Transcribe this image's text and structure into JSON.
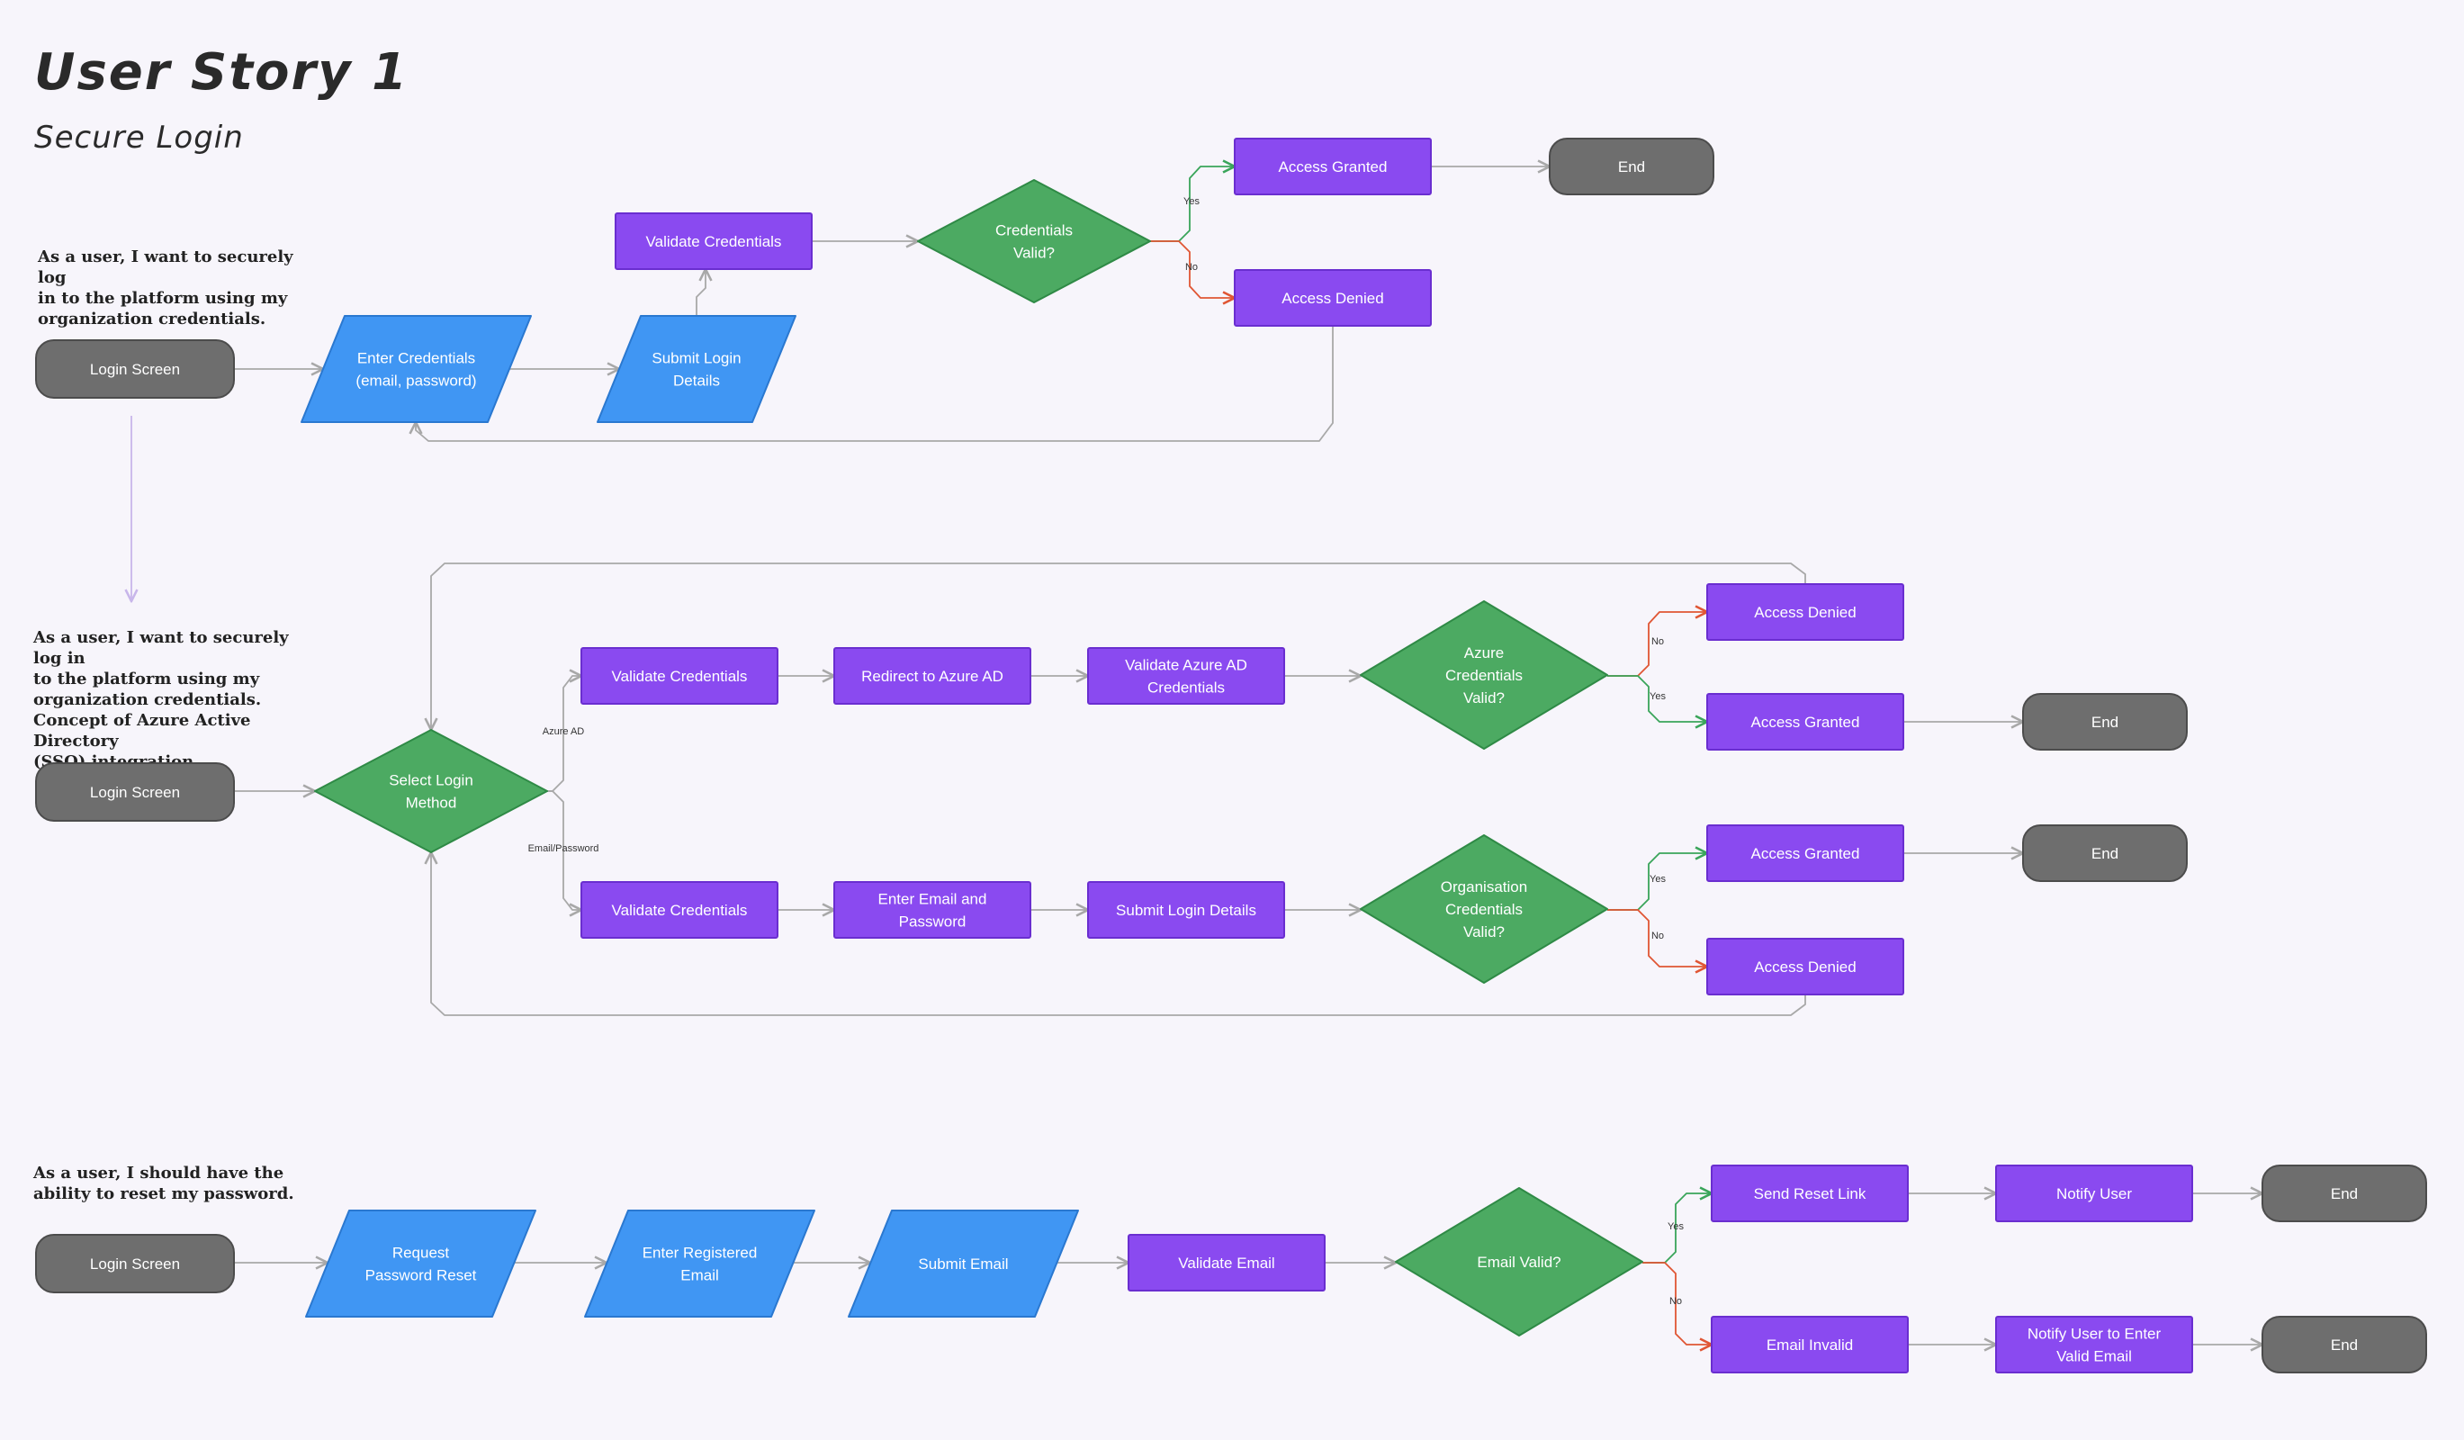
{
  "header": {
    "title": "User Story 1",
    "subtitle": "Secure Login"
  },
  "stories": [
    {
      "id": "story-1",
      "text": "As a user, I want to securely log\nin to the platform using my\norganization credentials."
    },
    {
      "id": "story-2",
      "text": "As a user, I want to securely log in\nto the platform using my\norganization credentials.\nConcept of Azure Active Directory\n(SSO) integration."
    },
    {
      "id": "story-3",
      "text": "As a user, I should have the\nability to reset my password."
    }
  ],
  "colors": {
    "terminal": "#6e6e6e",
    "terminal_stroke": "#4c4c4c",
    "io": "#4096f3",
    "io_stroke": "#2a78d0",
    "process": "#8a4af0",
    "process_stroke": "#6a2ed0",
    "decision": "#4caa62",
    "decision_stroke": "#2f8a46",
    "edge": "#a8a8a8",
    "edge_yes": "#3aa55a",
    "edge_no": "#e05634",
    "edge_feedback": "#c8b6ea"
  },
  "nodes": [
    {
      "id": "l1",
      "type": "terminal",
      "lines": [
        "Login Screen"
      ]
    },
    {
      "id": "ec",
      "type": "io",
      "lines": [
        "Enter Credentials",
        "(email, password)"
      ]
    },
    {
      "id": "sl",
      "type": "io",
      "lines": [
        "Submit Login",
        "Details"
      ]
    },
    {
      "id": "vc",
      "type": "process",
      "lines": [
        "Validate Credentials"
      ]
    },
    {
      "id": "cv",
      "type": "decision",
      "lines": [
        "Credentials",
        "Valid?"
      ]
    },
    {
      "id": "ag1",
      "type": "process",
      "lines": [
        "Access Granted"
      ]
    },
    {
      "id": "ad1",
      "type": "process",
      "lines": [
        "Access Denied"
      ]
    },
    {
      "id": "e1",
      "type": "terminal",
      "lines": [
        "End"
      ]
    },
    {
      "id": "l2",
      "type": "terminal",
      "lines": [
        "Login Screen"
      ]
    },
    {
      "id": "slm",
      "type": "decision",
      "lines": [
        "Select Login",
        "Method"
      ]
    },
    {
      "id": "vca",
      "type": "process",
      "lines": [
        "Validate Credentials"
      ]
    },
    {
      "id": "raz",
      "type": "process",
      "lines": [
        "Redirect to Azure AD"
      ]
    },
    {
      "id": "vaz",
      "type": "process",
      "lines": [
        "Validate Azure AD",
        "Credentials"
      ]
    },
    {
      "id": "acv",
      "type": "decision",
      "lines": [
        "Azure",
        "Credentials",
        "Valid?"
      ]
    },
    {
      "id": "ad2",
      "type": "process",
      "lines": [
        "Access Denied"
      ]
    },
    {
      "id": "ag2",
      "type": "process",
      "lines": [
        "Access Granted"
      ]
    },
    {
      "id": "e2",
      "type": "terminal",
      "lines": [
        "End"
      ]
    },
    {
      "id": "vcb",
      "type": "process",
      "lines": [
        "Validate Credentials"
      ]
    },
    {
      "id": "eep",
      "type": "process",
      "lines": [
        "Enter Email and",
        "Password"
      ]
    },
    {
      "id": "sld",
      "type": "process",
      "lines": [
        "Submit Login Details"
      ]
    },
    {
      "id": "ocv",
      "type": "decision",
      "lines": [
        "Organisation",
        "Credentials",
        "Valid?"
      ]
    },
    {
      "id": "ag3",
      "type": "process",
      "lines": [
        "Access Granted"
      ]
    },
    {
      "id": "e3",
      "type": "terminal",
      "lines": [
        "End"
      ]
    },
    {
      "id": "ad3",
      "type": "process",
      "lines": [
        "Access Denied"
      ]
    },
    {
      "id": "l3",
      "type": "terminal",
      "lines": [
        "Login Screen"
      ]
    },
    {
      "id": "rpr",
      "type": "io",
      "lines": [
        "Request",
        "Password Reset"
      ]
    },
    {
      "id": "ere",
      "type": "io",
      "lines": [
        "Enter Registered",
        "Email"
      ]
    },
    {
      "id": "se",
      "type": "io",
      "lines": [
        "Submit Email"
      ]
    },
    {
      "id": "ve",
      "type": "process",
      "lines": [
        "Validate Email"
      ]
    },
    {
      "id": "ev",
      "type": "decision",
      "lines": [
        "Email Valid?"
      ]
    },
    {
      "id": "srl",
      "type": "process",
      "lines": [
        "Send Reset Link"
      ]
    },
    {
      "id": "nu",
      "type": "process",
      "lines": [
        "Notify User"
      ]
    },
    {
      "id": "e4",
      "type": "terminal",
      "lines": [
        "End"
      ]
    },
    {
      "id": "ei",
      "type": "process",
      "lines": [
        "Email Invalid"
      ]
    },
    {
      "id": "nuv",
      "type": "process",
      "lines": [
        "Notify User to Enter",
        "Valid Email"
      ]
    },
    {
      "id": "e5",
      "type": "terminal",
      "lines": [
        "End"
      ]
    }
  ],
  "edges": [
    {
      "from": "l1",
      "to": "ec",
      "kind": "plain"
    },
    {
      "from": "ec",
      "to": "sl",
      "kind": "plain"
    },
    {
      "from": "sl",
      "to": "vc",
      "kind": "plain"
    },
    {
      "from": "vc",
      "to": "cv",
      "kind": "plain"
    },
    {
      "from": "cv",
      "to": "ag1",
      "kind": "yes",
      "label": "Yes"
    },
    {
      "from": "cv",
      "to": "ad1",
      "kind": "no",
      "label": "No"
    },
    {
      "from": "ag1",
      "to": "e1",
      "kind": "plain"
    },
    {
      "from": "ad1",
      "to": "ec",
      "kind": "plain"
    },
    {
      "from": "l1",
      "to": "story-2",
      "kind": "feedback"
    },
    {
      "from": "l2",
      "to": "slm",
      "kind": "plain"
    },
    {
      "from": "slm",
      "to": "vca",
      "kind": "plain",
      "label": "Azure AD"
    },
    {
      "from": "slm",
      "to": "vcb",
      "kind": "plain",
      "label": "Email/Password"
    },
    {
      "from": "vca",
      "to": "raz",
      "kind": "plain"
    },
    {
      "from": "raz",
      "to": "vaz",
      "kind": "plain"
    },
    {
      "from": "vaz",
      "to": "acv",
      "kind": "plain"
    },
    {
      "from": "acv",
      "to": "ad2",
      "kind": "no",
      "label": "No"
    },
    {
      "from": "acv",
      "to": "ag2",
      "kind": "yes",
      "label": "Yes"
    },
    {
      "from": "ag2",
      "to": "e2",
      "kind": "plain"
    },
    {
      "from": "ad2",
      "to": "slm",
      "kind": "plain"
    },
    {
      "from": "vcb",
      "to": "eep",
      "kind": "plain"
    },
    {
      "from": "eep",
      "to": "sld",
      "kind": "plain"
    },
    {
      "from": "sld",
      "to": "ocv",
      "kind": "plain"
    },
    {
      "from": "ocv",
      "to": "ag3",
      "kind": "yes",
      "label": "Yes"
    },
    {
      "from": "ocv",
      "to": "ad3",
      "kind": "no",
      "label": "No"
    },
    {
      "from": "ag3",
      "to": "e3",
      "kind": "plain"
    },
    {
      "from": "ad3",
      "to": "slm",
      "kind": "plain"
    },
    {
      "from": "l3",
      "to": "rpr",
      "kind": "plain"
    },
    {
      "from": "rpr",
      "to": "ere",
      "kind": "plain"
    },
    {
      "from": "ere",
      "to": "se",
      "kind": "plain"
    },
    {
      "from": "se",
      "to": "ve",
      "kind": "plain"
    },
    {
      "from": "ve",
      "to": "ev",
      "kind": "plain"
    },
    {
      "from": "ev",
      "to": "srl",
      "kind": "yes",
      "label": "Yes"
    },
    {
      "from": "ev",
      "to": "ei",
      "kind": "no",
      "label": "No"
    },
    {
      "from": "srl",
      "to": "nu",
      "kind": "plain"
    },
    {
      "from": "nu",
      "to": "e4",
      "kind": "plain"
    },
    {
      "from": "ei",
      "to": "nuv",
      "kind": "plain"
    },
    {
      "from": "nuv",
      "to": "e5",
      "kind": "plain"
    }
  ]
}
